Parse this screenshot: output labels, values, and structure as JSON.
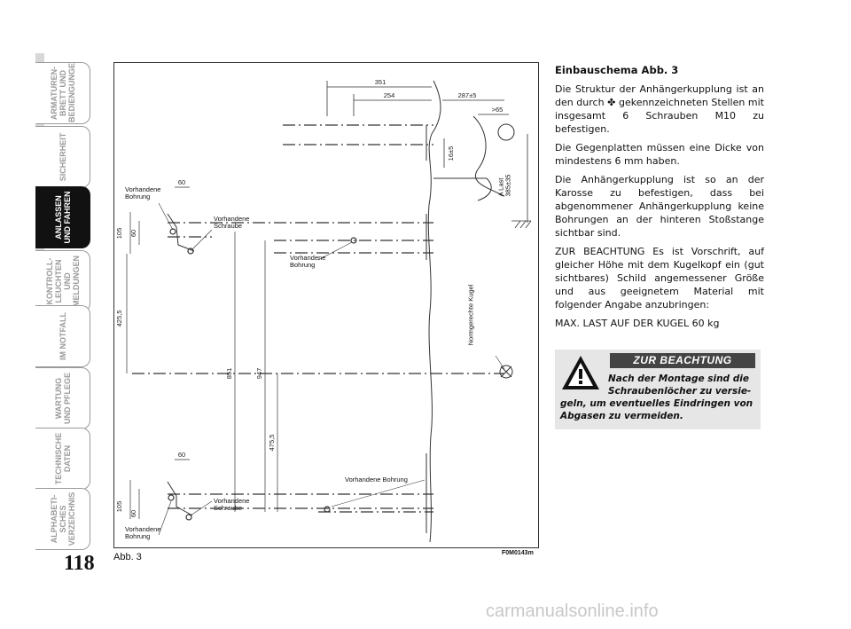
{
  "sidebar": {
    "tabs": [
      {
        "label": "ARMATUREN-\nBRETT UND\nBEDIENGUNGEN",
        "active": false
      },
      {
        "label": "SICHERHEIT",
        "active": false
      },
      {
        "label": "ANLASSEN\nUND FAHREN",
        "active": true
      },
      {
        "label": "KONTROLL-\nLEUCHTEN UND\nMELDUNGEN",
        "active": false
      },
      {
        "label": "IM NOTFALL",
        "active": false
      },
      {
        "label": "WARTUNG\nUND PFLEGE",
        "active": false
      },
      {
        "label": "TECHNISCHE\nDATEN",
        "active": false
      },
      {
        "label": "ALPHABETI-\nSCHES\nVERZEICHNIS",
        "active": false
      }
    ],
    "page_number": "118"
  },
  "figure": {
    "caption": "Abb. 3",
    "code": "F0M0143m",
    "labels": {
      "bohrung_top": "Vorhandene\nBohrung",
      "schraube_top": "Vorhandene\nSchraube",
      "bohrung_mid": "Vorhandene\nBohrung",
      "bohrung_bottom_right": "Vorhandene Bohrung",
      "schraube_bottom": "Vorhandene\nSchraube",
      "bohrung_bottom": "Vorhandene\nBohrung",
      "kugel": "Normgerechte Kugel",
      "a_last": "A Last\n385±35"
    },
    "dims": {
      "d351": "351",
      "d254": "254",
      "d287": "287±5",
      "d65": ">65",
      "d16": "16±5",
      "d60a": "60",
      "d105a": "105",
      "d60b": "60",
      "d425": "425,5",
      "d851": "851",
      "d947": "947",
      "d475": "475,5",
      "d60c": "60",
      "d105b": "105",
      "d60d": "60"
    }
  },
  "text": {
    "heading": "Einbauschema Abb. 3",
    "p1": "Die Struktur der Anhängerkupplung ist an den durch ✤ gekennzeichneten Stellen mit insgesamt 6 Schrauben M10 zu befestigen.",
    "p2": "Die Gegenplatten müssen eine Dicke von mindestens 6 mm haben.",
    "p3": "Die Anhängerkupplung ist so an der Karosse zu befestigen, dass bei abgenommener Anhängerkupplung keine Bohrungen an der hinteren Stoßstange sichtbar sind.",
    "p4": "ZUR BEACHTUNG Es ist Vorschrift, auf gleicher Höhe mit dem Kugelkopf ein (gut sichtbares) Schild angemessener Größe und aus geeignetem Material mit folgender Angabe anzubringen:",
    "p5": "MAX. LAST AUF DER KUGEL 60 kg"
  },
  "warning": {
    "title": "ZUR BEACHTUNG",
    "line1": "Nach der Montage sind die",
    "line2": "Schraubenlöcher zu versie-",
    "rest": "geln, um eventuelles Eindringen von Abgasen zu vermeiden."
  },
  "watermark": "carmanualsonline.info"
}
